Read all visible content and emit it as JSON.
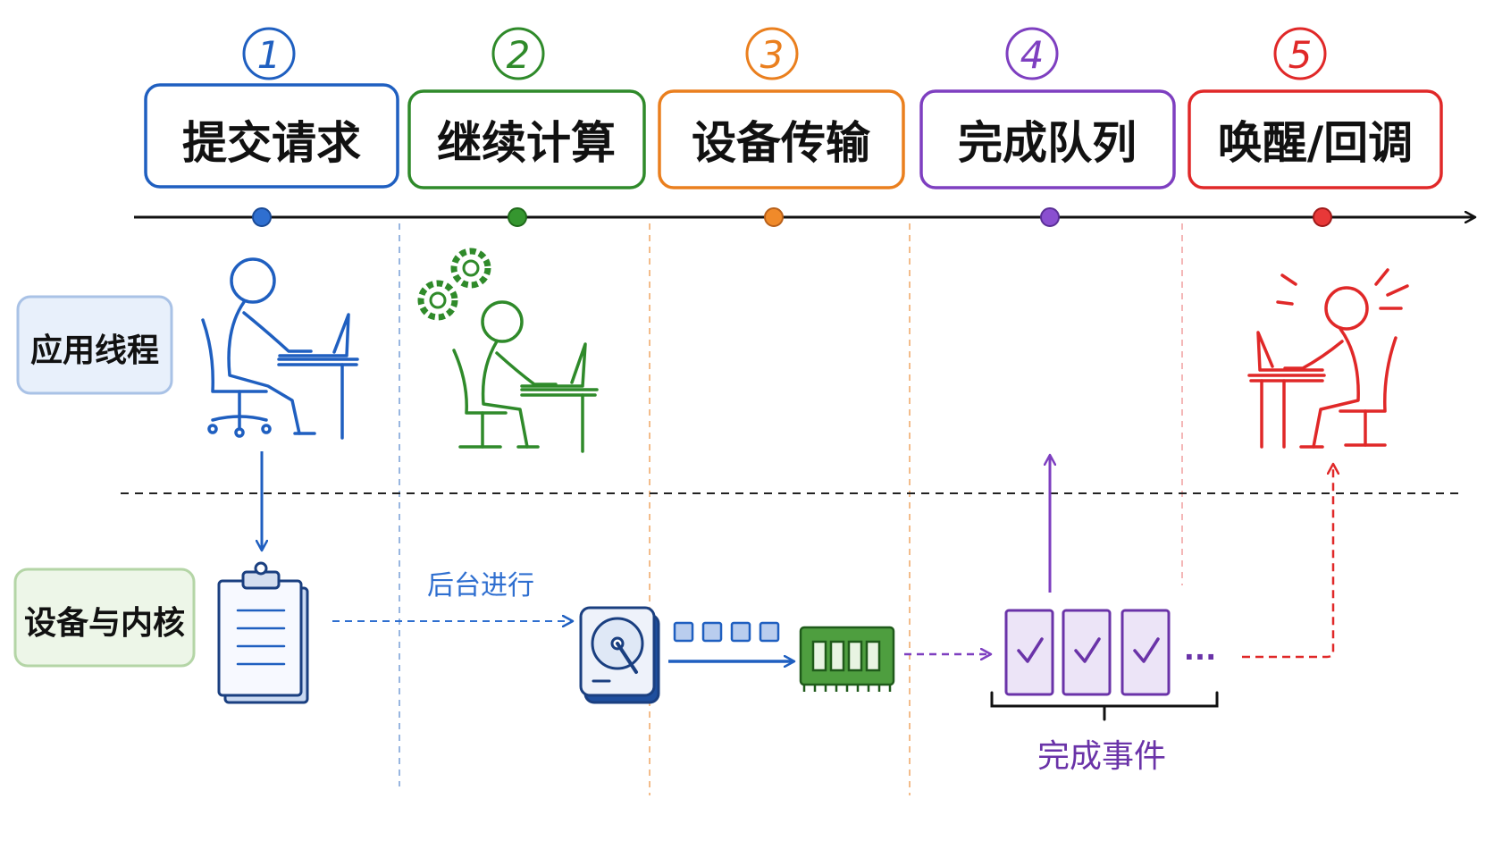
{
  "steps": [
    {
      "number": "1",
      "label": "提交请求",
      "color": "#1f5fc0"
    },
    {
      "number": "2",
      "label": "继续计算",
      "color": "#2f8a2a"
    },
    {
      "number": "3",
      "label": "设备传输",
      "color": "#ea7f1e"
    },
    {
      "number": "4",
      "label": "完成队列",
      "color": "#7e3fc0"
    },
    {
      "number": "5",
      "label": "唤醒/回调",
      "color": "#e02828"
    }
  ],
  "lanes": {
    "app": {
      "label": "应用线程",
      "fill": "#e8f0fb",
      "stroke": "#a9c2e6"
    },
    "kernel": {
      "label": "设备与内核",
      "fill": "#edf6e8",
      "stroke": "#b4d5a6"
    }
  },
  "annotations": {
    "background": "后台进行",
    "completion_events": "完成事件",
    "ellipsis": "..."
  },
  "colors": {
    "axis": "#111111",
    "blue": "#1f5fc0",
    "green": "#2f8a2a",
    "orange": "#ea7f1e",
    "purple": "#7e3fc0",
    "red": "#e02828"
  },
  "icons": {
    "submitter": "person-at-laptop-icon",
    "worker": "person-computing-icon",
    "gears": "gears-icon",
    "woken": "alerted-person-icon",
    "request": "clipboard-icon",
    "disk": "hard-disk-icon",
    "packets": "data-packets-icon",
    "memory": "memory-module-icon",
    "events": "completed-event-icon"
  }
}
